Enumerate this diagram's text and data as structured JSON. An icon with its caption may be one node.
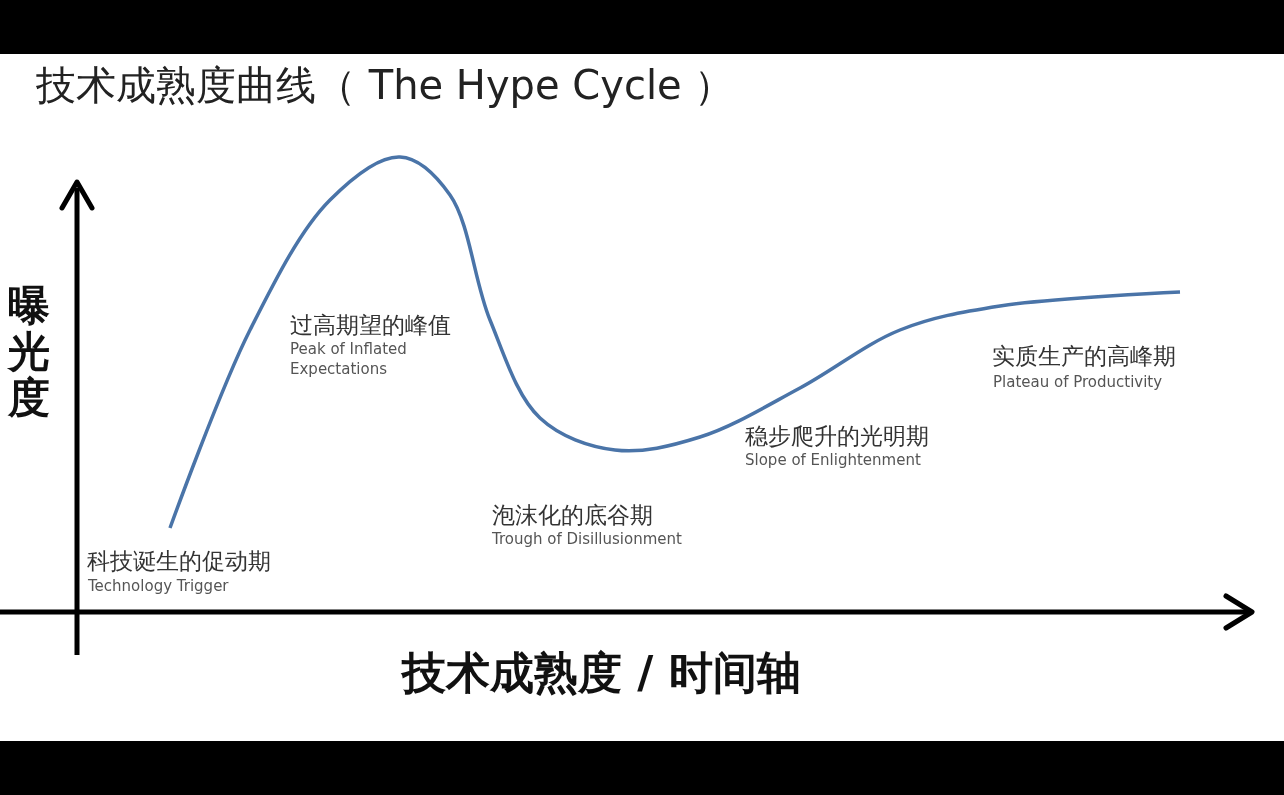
{
  "diagram": {
    "title": "技术成熟度曲线（ The Hype Cycle ）",
    "labels": [
      "曝光度",
      "过高期望的峰值",
      "Peak of Inflated Expectations",
      "实质生产的高峰期",
      "Plateau of Productivity",
      "稳步爬升的光明期",
      "Slope of Enlightenment",
      "泡沫化的底谷期",
      "Trough of Disillusionment",
      "科技诞生的促动期",
      "Technology Trigger",
      "技术成熟度 / 时间轴"
    ]
  }
}
